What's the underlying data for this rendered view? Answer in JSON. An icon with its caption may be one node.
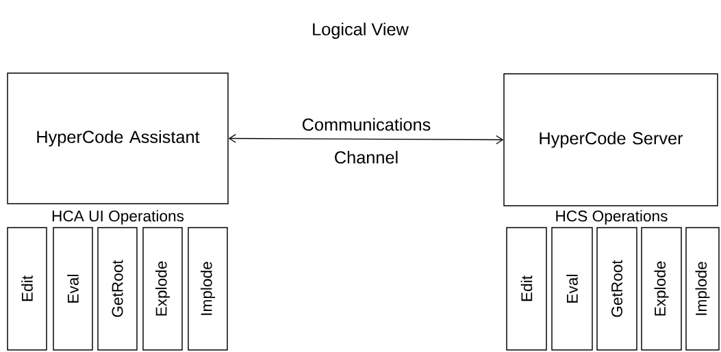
{
  "diagram": {
    "title": "Logical View",
    "nodes": [
      {
        "text": [
          "HyperCode Assistant"
        ]
      },
      {
        "text": [
          "HyperCode Server"
        ]
      },
      {
        "text": [
          "Edit"
        ]
      },
      {
        "text": [
          "Eval"
        ]
      },
      {
        "text": [
          "GetRoot"
        ]
      },
      {
        "text": [
          "Explode"
        ]
      },
      {
        "text": [
          "Implode"
        ]
      },
      {
        "text": [
          "Edit"
        ]
      },
      {
        "text": [
          "Eval"
        ]
      },
      {
        "text": [
          "GetRoot"
        ]
      },
      {
        "text": [
          "Explode"
        ]
      },
      {
        "text": [
          "Implode"
        ]
      }
    ],
    "edges": [
      {
        "from": 0,
        "to": 1,
        "arrow": "both",
        "label": "Communications Channel"
      }
    ],
    "labels": [
      "HCA UI Operations",
      "HCS Operations"
    ]
  }
}
